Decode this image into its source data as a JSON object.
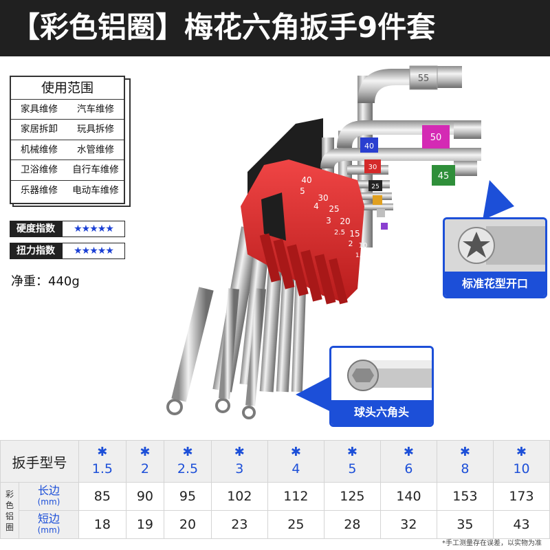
{
  "header": {
    "title": "【彩色铝圈】梅花六角扳手9件套"
  },
  "usage": {
    "title": "使用范围",
    "rows": [
      [
        "家具维修",
        "汽车维修"
      ],
      [
        "家居拆卸",
        "玩具拆修"
      ],
      [
        "机械维修",
        "水管维修"
      ],
      [
        "卫浴维修",
        "自行车维修"
      ],
      [
        "乐器维修",
        "电动车维修"
      ]
    ]
  },
  "ratings": [
    {
      "label": "硬度指数",
      "stars": "★★★★★",
      "value": 5
    },
    {
      "label": "扭力指数",
      "stars": "★★★★★",
      "value": 5
    }
  ],
  "weight": "净重：440g",
  "product": {
    "torx_ring_labels": [
      "55",
      "50",
      "45",
      "40",
      "30",
      "25"
    ],
    "holder_torx_labels": [
      "40",
      "30",
      "25",
      "20",
      "15",
      "10"
    ],
    "holder_hex_labels": [
      "5",
      "4",
      "3",
      "2.5",
      "2",
      "1.5"
    ],
    "colors": {
      "holder": "#e02a2a",
      "ring_magenta": "#d42ab4",
      "ring_green": "#2f8f3a",
      "ring_blue": "#2a3fd0",
      "ring_red": "#d42a2a",
      "ring_black": "#222222",
      "ring_gold": "#e0a020",
      "ring_purple": "#8a3fd0"
    }
  },
  "callouts": {
    "torx": "标准花型开口",
    "ball": "球头六角头"
  },
  "specs": {
    "header_label": "扳手型号",
    "sizes": [
      "1.5",
      "2",
      "2.5",
      "3",
      "4",
      "5",
      "6",
      "8",
      "10"
    ],
    "side_label": "彩色铝圈",
    "rows": [
      {
        "label": "长边",
        "unit": "(mm)",
        "values": [
          "85",
          "90",
          "95",
          "102",
          "112",
          "125",
          "140",
          "153",
          "173"
        ]
      },
      {
        "label": "短边",
        "unit": "(mm)",
        "values": [
          "18",
          "19",
          "20",
          "23",
          "25",
          "28",
          "32",
          "35",
          "43"
        ]
      }
    ],
    "accent": "#1c4fd8"
  },
  "footnote": "*手工测量存在误差，以实物为准"
}
